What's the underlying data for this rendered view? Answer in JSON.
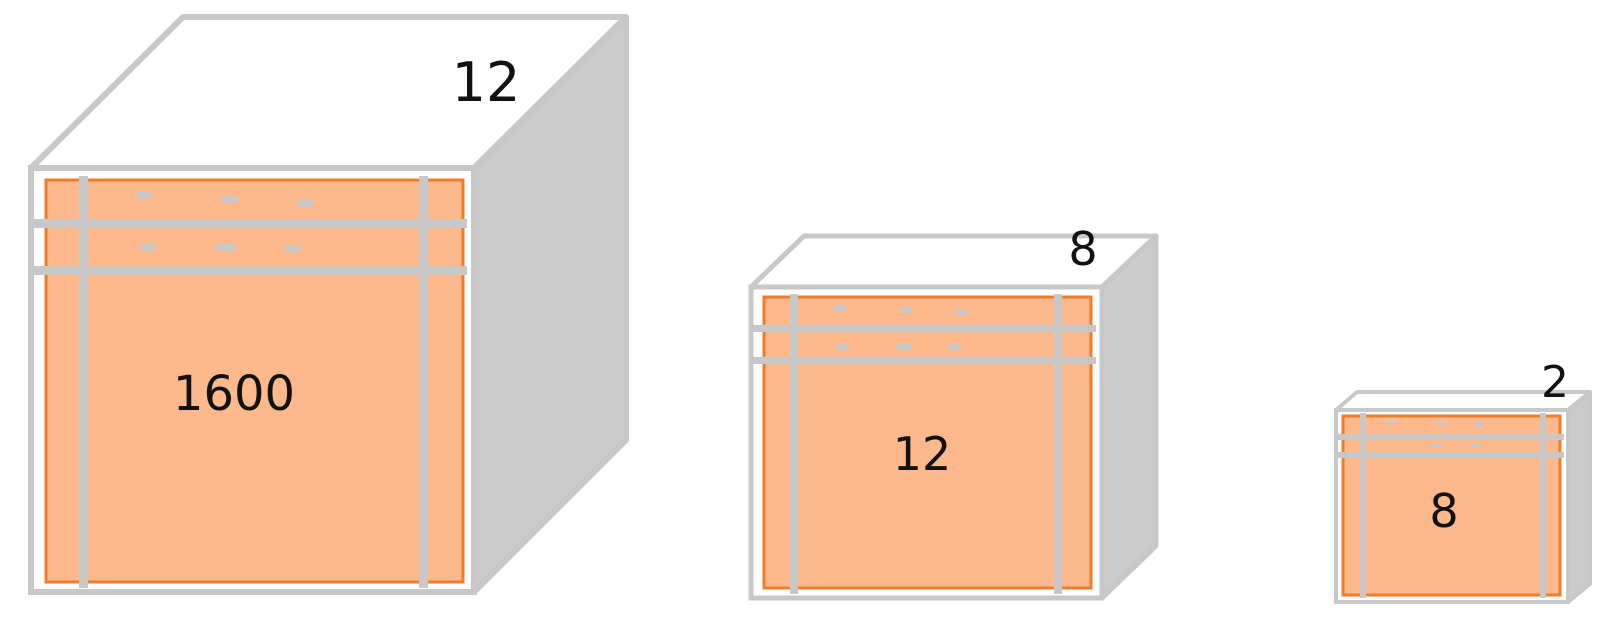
{
  "colors": {
    "background": "#ffffff",
    "box_outline": "#c8c8c8",
    "box_side": "#cbcbcb",
    "box_top": "#ffffff",
    "front_fill": "#fdb98b",
    "front_border": "#f07c2e",
    "strap": "#c8c8c8"
  },
  "boxes": [
    {
      "depth_label": "12",
      "front_label": "1600"
    },
    {
      "depth_label": "8",
      "front_label": "12"
    },
    {
      "depth_label": "2",
      "front_label": "8"
    }
  ]
}
